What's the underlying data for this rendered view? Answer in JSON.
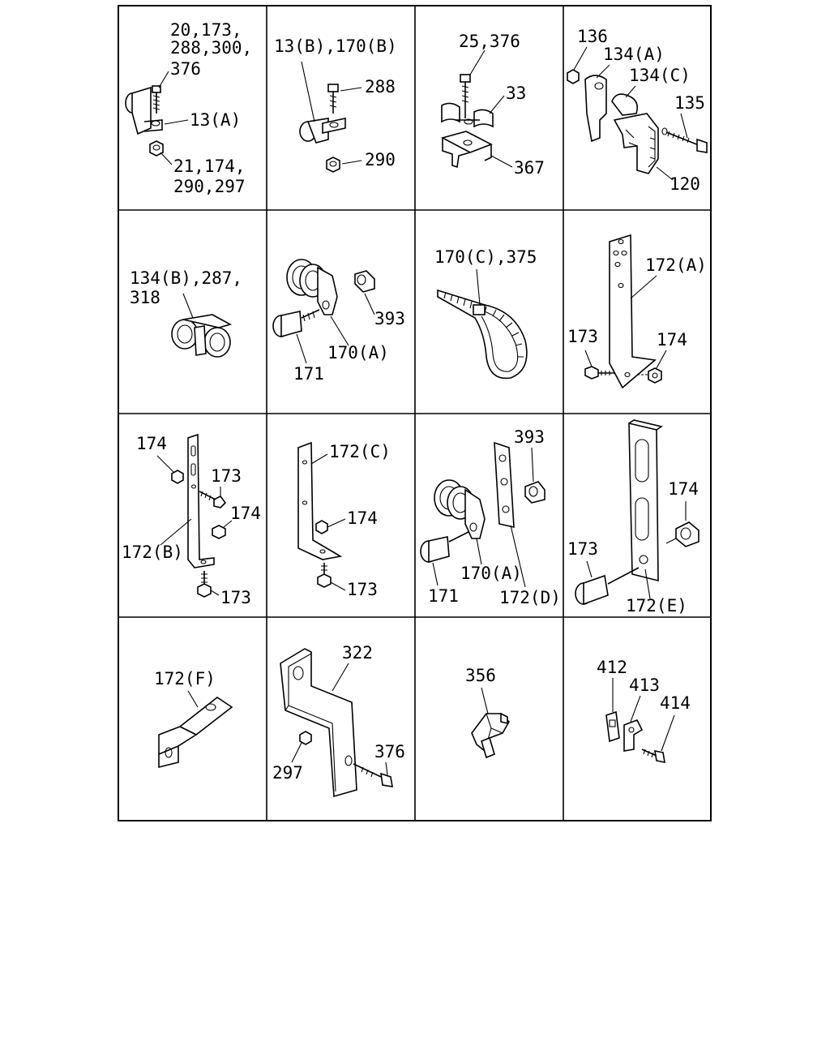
{
  "cells": [
    {
      "id": "c1",
      "labels": [
        "20,173,",
        "288,300,",
        "376",
        "13(A)",
        "21,174,",
        "290,297"
      ]
    },
    {
      "id": "c2",
      "labels": [
        "13(B),170(B)",
        "288",
        "290"
      ]
    },
    {
      "id": "c3",
      "labels": [
        "25,376",
        "33",
        "367"
      ]
    },
    {
      "id": "c4",
      "labels": [
        "136",
        "134(A)",
        "134(C)",
        "135",
        "120"
      ]
    },
    {
      "id": "c5",
      "labels": [
        "134(B),287,",
        "318"
      ]
    },
    {
      "id": "c6",
      "labels": [
        "393",
        "171",
        "170(A)"
      ]
    },
    {
      "id": "c7",
      "labels": [
        "170(C),375"
      ]
    },
    {
      "id": "c8",
      "labels": [
        "172(A)",
        "173",
        "174"
      ]
    },
    {
      "id": "c9",
      "labels": [
        "174",
        "173",
        "174",
        "172(B)",
        "173"
      ]
    },
    {
      "id": "c10",
      "labels": [
        "172(C)",
        "174",
        "173"
      ]
    },
    {
      "id": "c11",
      "labels": [
        "393",
        "170(A)",
        "171",
        "172(D)"
      ]
    },
    {
      "id": "c12",
      "labels": [
        "174",
        "173",
        "172(E)"
      ]
    },
    {
      "id": "c13",
      "labels": [
        "172(F)"
      ]
    },
    {
      "id": "c14",
      "labels": [
        "322",
        "297",
        "376"
      ]
    },
    {
      "id": "c15",
      "labels": [
        "356"
      ]
    },
    {
      "id": "c16",
      "labels": [
        "412",
        "413",
        "414"
      ]
    }
  ]
}
